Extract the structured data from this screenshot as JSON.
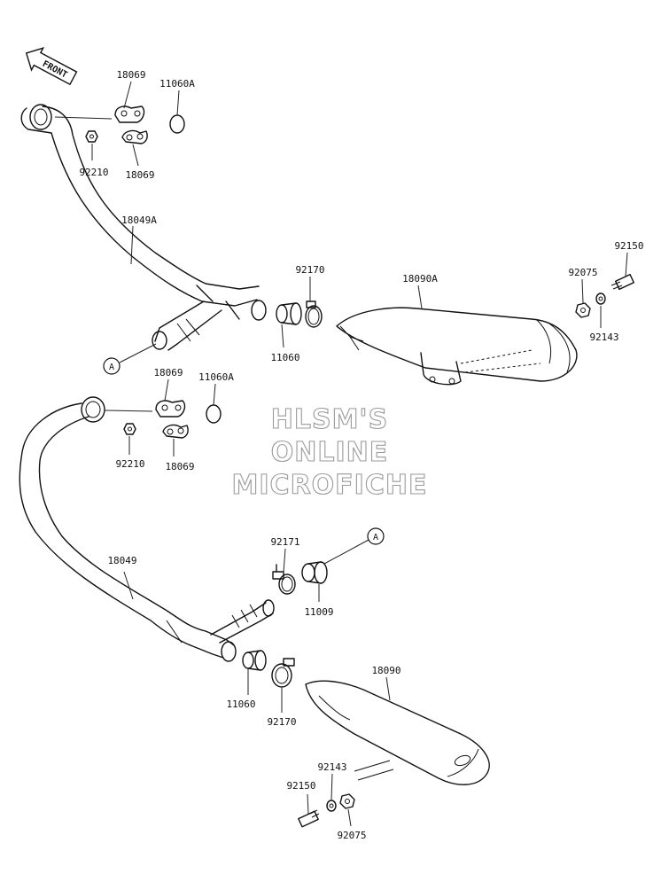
{
  "front_arrow": {
    "label": "FRONT"
  },
  "watermark": {
    "line1": "HLSM'S",
    "line2": "ONLINE",
    "line3": "MICROFICHE"
  },
  "callouts": {
    "a_upper": "A",
    "a_lower": "A"
  },
  "labels": {
    "upper_18069_top": "18069",
    "upper_11060A": "11060A",
    "upper_92210": "92210",
    "upper_18069_bottom": "18069",
    "upper_18049A": "18049A",
    "upper_92170": "92170",
    "upper_11060": "11060",
    "upper_18090A": "18090A",
    "upper_92075": "92075",
    "upper_92150": "92150",
    "upper_92143": "92143",
    "lower_18069_top": "18069",
    "lower_11060A": "11060A",
    "lower_92210": "92210",
    "lower_18069_bottom": "18069",
    "lower_18049": "18049",
    "lower_92171": "92171",
    "lower_11009": "11009",
    "lower_11060": "11060",
    "lower_92170": "92170",
    "lower_18090": "18090",
    "lower_92143": "92143",
    "lower_92150": "92150",
    "lower_92075": "92075"
  }
}
